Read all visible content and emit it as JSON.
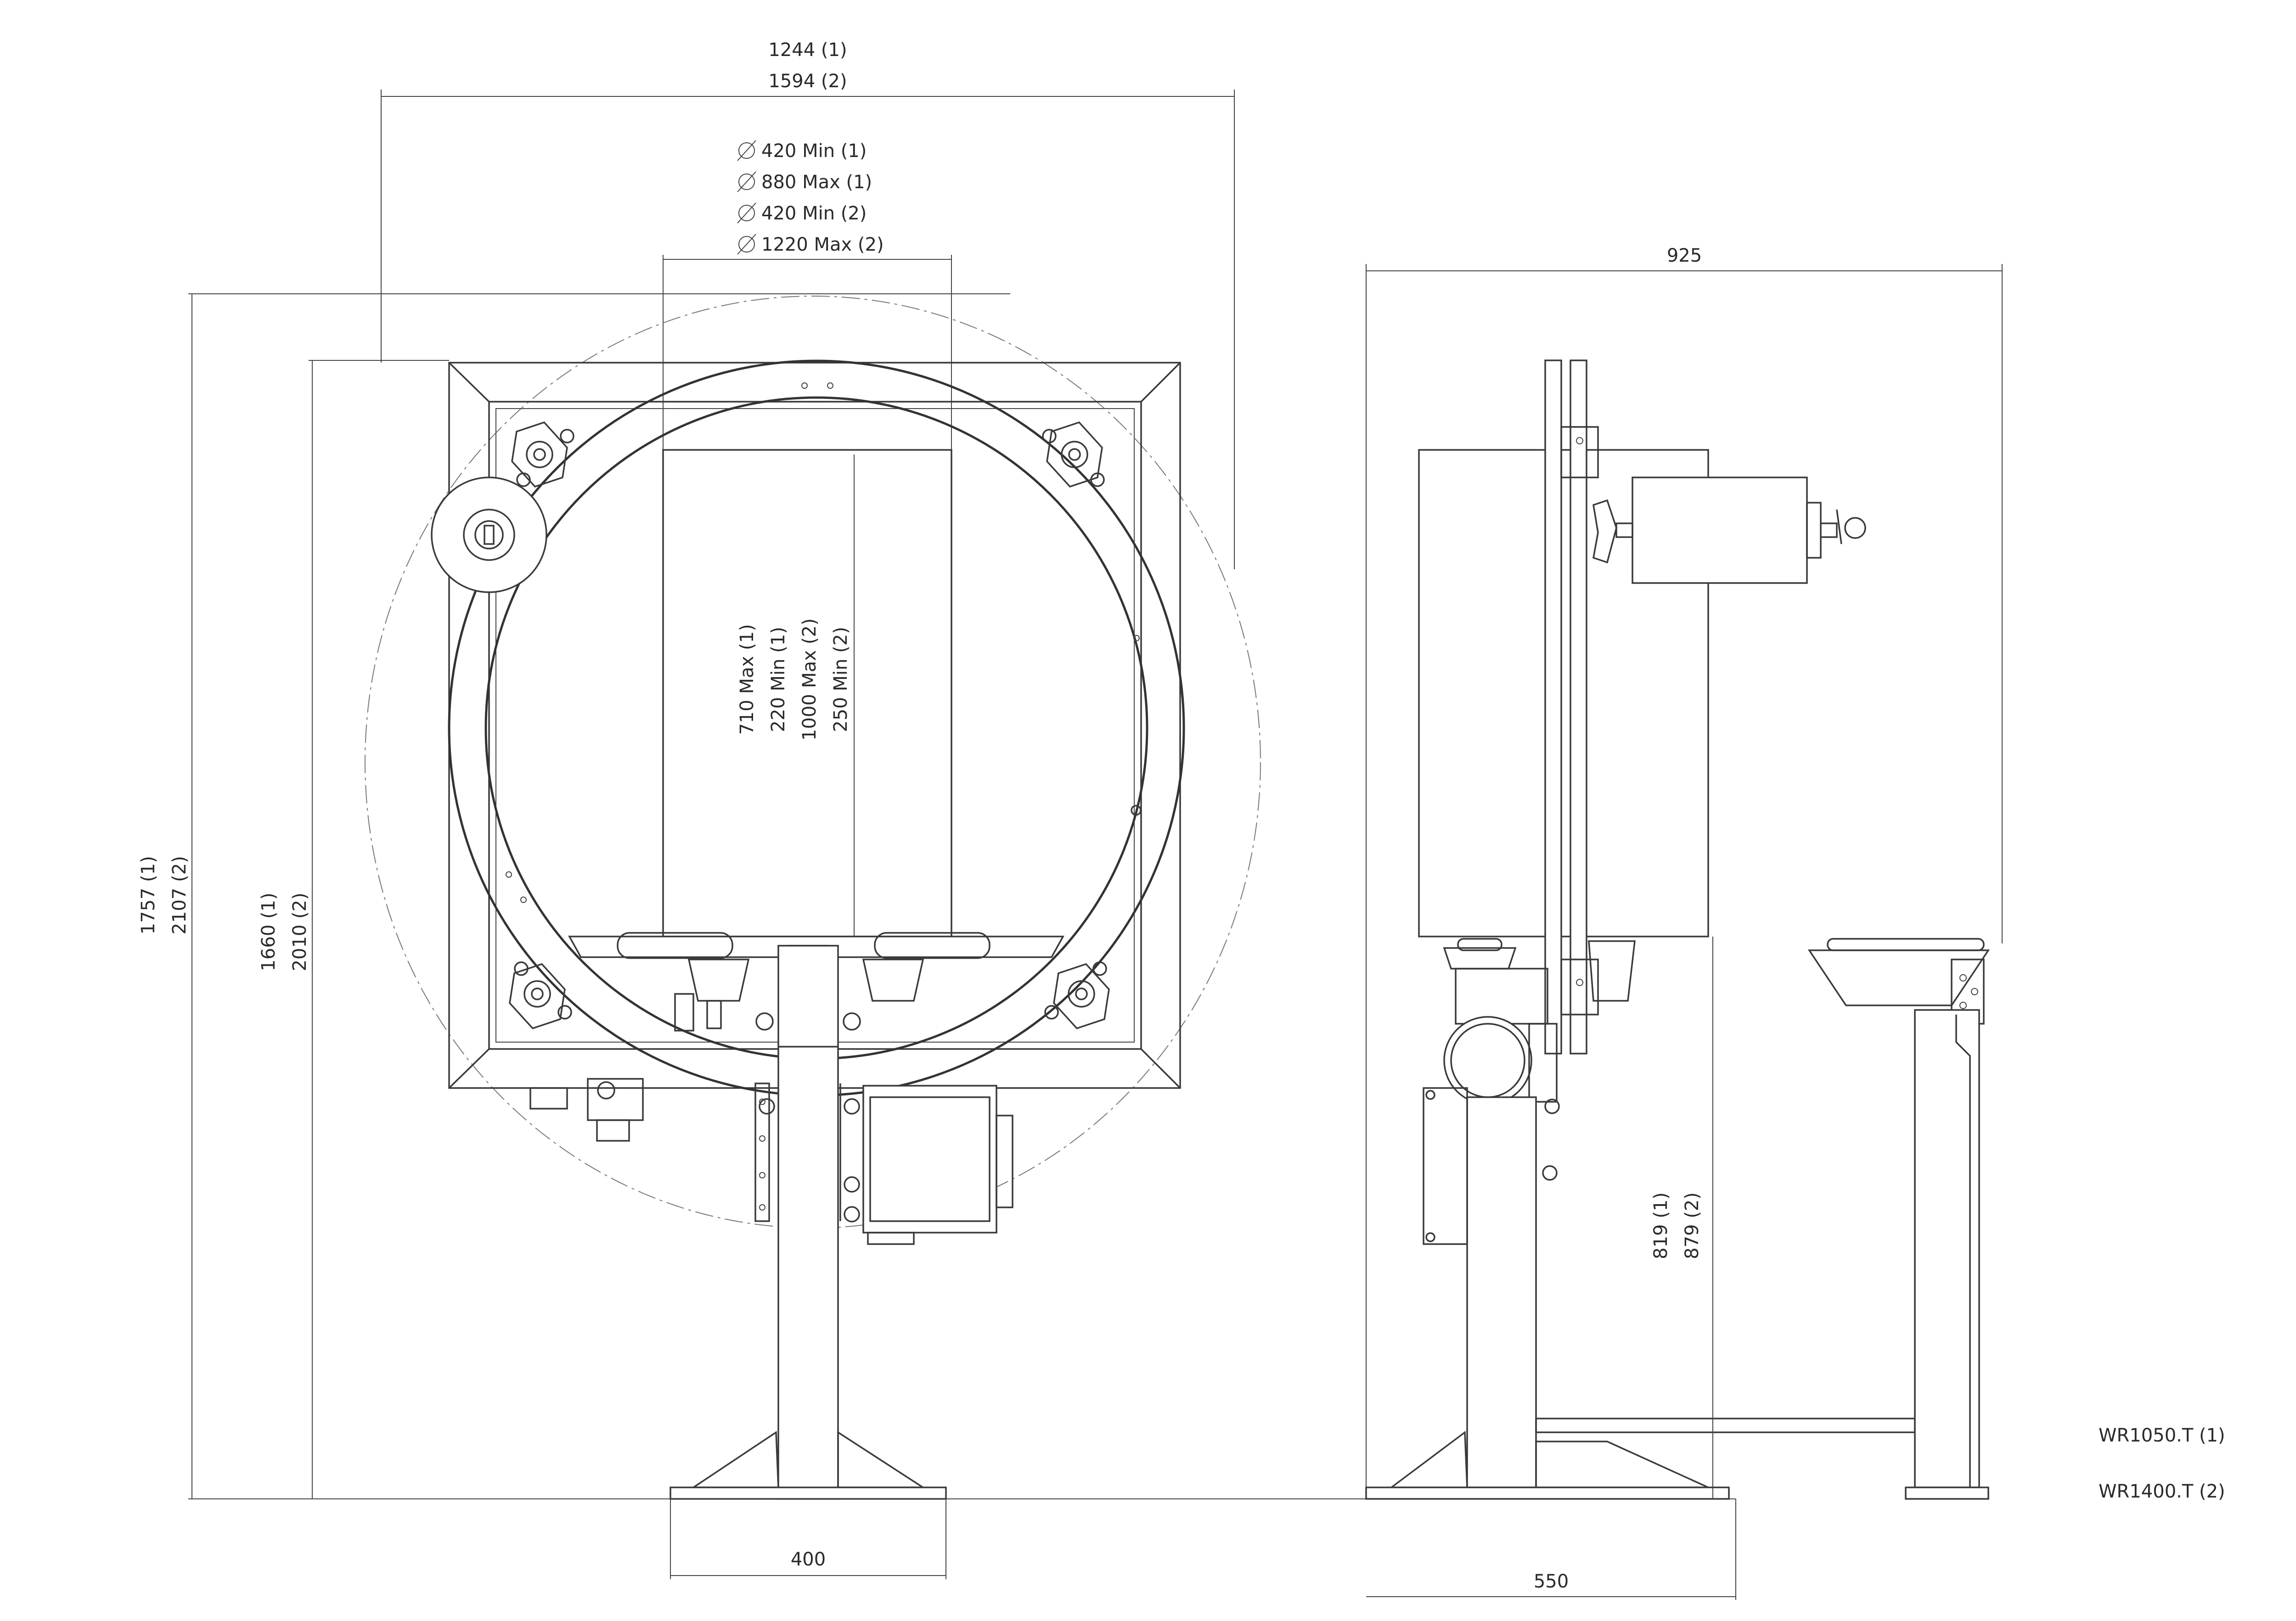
{
  "front_view": {
    "width_dims": [
      "1244 (1)",
      "1594 (2)"
    ],
    "diameter_dims": [
      "420 Min (1)",
      "880 Max (1)",
      "420 Min (2)",
      "1220 Max (2)"
    ],
    "height_table_dims": [
      "710 Max (1)",
      "220 Min (1)",
      "1000 Max (2)",
      "250 Min (2)"
    ],
    "overall_height_dims": [
      "1757 (1)",
      "2107 (2)"
    ],
    "frame_height_dims": [
      "1660 (1)",
      "2010 (2)"
    ],
    "base_width_dim": "400"
  },
  "side_view": {
    "depth_dim": "925",
    "base_depth_dim": "550",
    "table_height_dims": [
      "819 (1)",
      "879 (2)"
    ]
  },
  "legend": {
    "model_1": "WR1050.T (1)",
    "model_2": "WR1400.T (2)"
  },
  "symbols": {
    "diameter": "diameter-symbol"
  }
}
